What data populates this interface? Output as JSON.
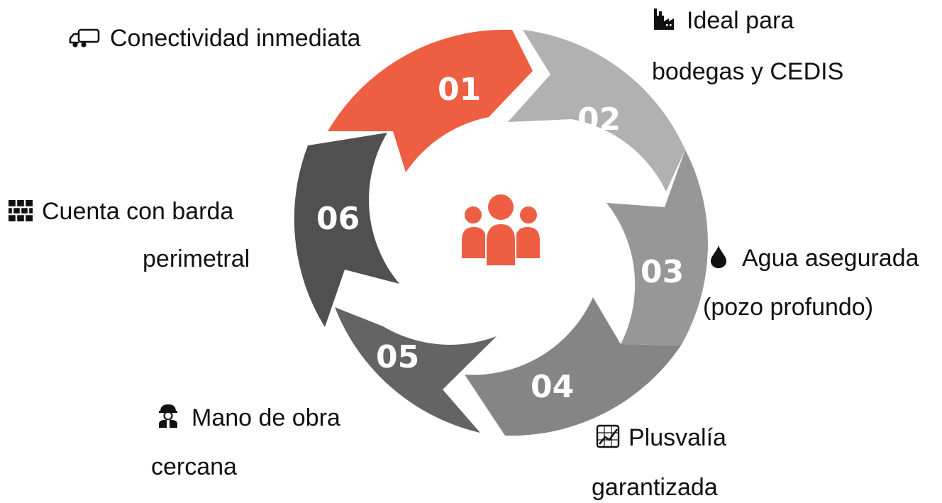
{
  "center_icon": "people-group-icon",
  "colors": {
    "step1": "#EE5E43",
    "step2": "#B1B1B1",
    "step3": "#979797",
    "step4": "#858585",
    "step5": "#646464",
    "step6": "#505050",
    "accent": "#EE5E43"
  },
  "steps": [
    {
      "number": "01",
      "icon": "delivery-truck-icon",
      "lines": [
        "Conectividad inmediata"
      ]
    },
    {
      "number": "02",
      "icon": "factory-icon",
      "lines": [
        "Ideal para",
        "bodegas y CEDIS"
      ]
    },
    {
      "number": "03",
      "icon": "water-drop-icon",
      "lines": [
        "Agua asegurada",
        "(pozo profundo)"
      ]
    },
    {
      "number": "04",
      "icon": "chart-increase-icon",
      "lines": [
        "Plusvalía",
        "garantizada"
      ]
    },
    {
      "number": "05",
      "icon": "construction-worker-icon",
      "lines": [
        "Mano de obra",
        "cercana"
      ]
    },
    {
      "number": "06",
      "icon": "brick-wall-icon",
      "lines": [
        "Cuenta con barda",
        "perimetral"
      ]
    }
  ]
}
